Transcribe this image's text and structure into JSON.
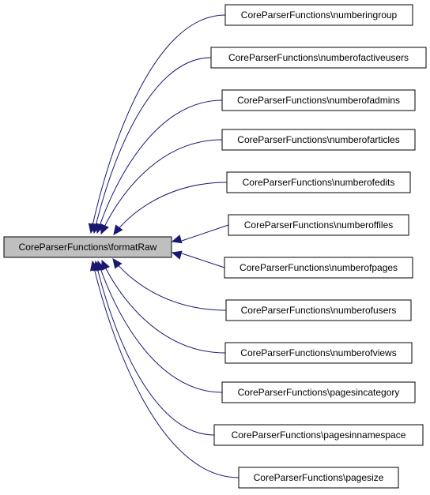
{
  "diagram": {
    "type": "call-graph",
    "colors": {
      "edge": "#191970",
      "target_fill": "#bfbfbf",
      "node_fill": "#ffffff",
      "border": "#000000"
    },
    "target": {
      "label": "CoreParserFunctions\\formatRaw"
    },
    "callers": [
      {
        "label": "CoreParserFunctions\\numberingroup"
      },
      {
        "label": "CoreParserFunctions\\numberofactiveusers"
      },
      {
        "label": "CoreParserFunctions\\numberofadmins"
      },
      {
        "label": "CoreParserFunctions\\numberofarticles"
      },
      {
        "label": "CoreParserFunctions\\numberofedits"
      },
      {
        "label": "CoreParserFunctions\\numberoffiles"
      },
      {
        "label": "CoreParserFunctions\\numberofpages"
      },
      {
        "label": "CoreParserFunctions\\numberofusers"
      },
      {
        "label": "CoreParserFunctions\\numberofviews"
      },
      {
        "label": "CoreParserFunctions\\pagesincategory"
      },
      {
        "label": "CoreParserFunctions\\pagesinnamespace"
      },
      {
        "label": "CoreParserFunctions\\pagesize"
      }
    ]
  }
}
